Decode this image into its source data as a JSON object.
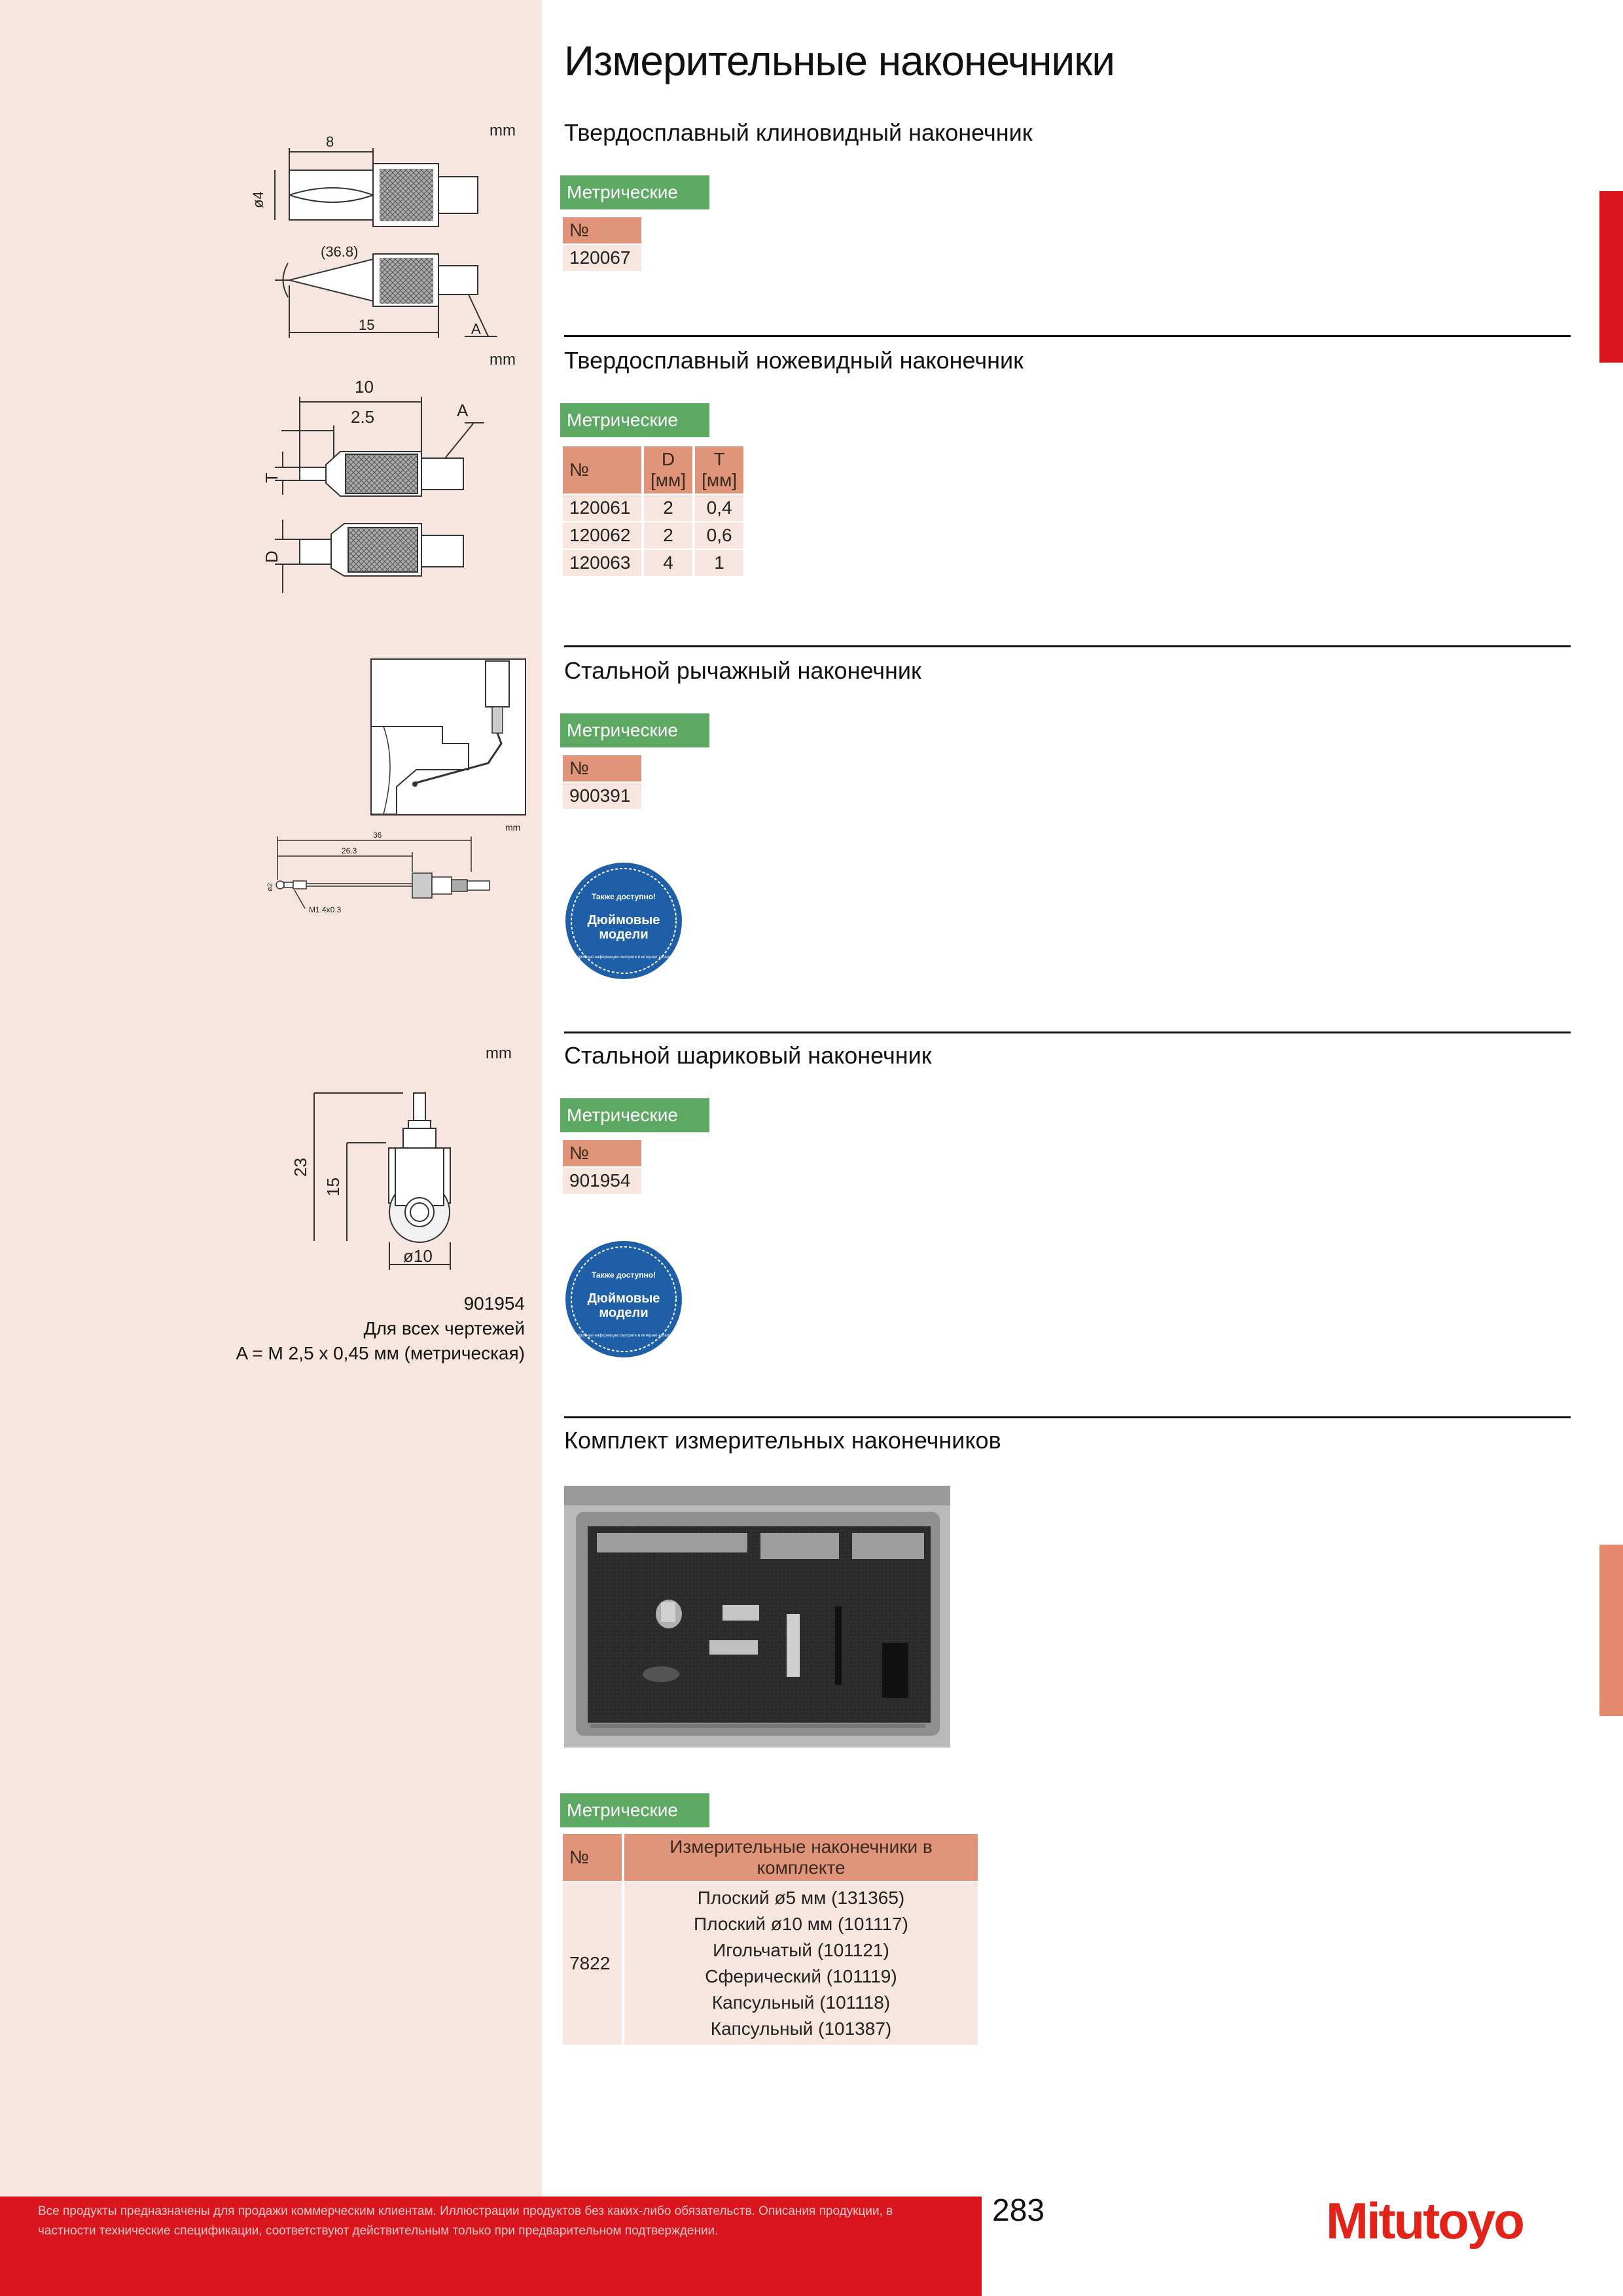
{
  "page_title": "Измерительные наконечники",
  "sections": [
    {
      "title": "Твердосплавный клиновидный наконечник",
      "badge": "Метрические",
      "col_no": "№",
      "rows": [
        "120067"
      ],
      "drawing": {
        "unit": "mm",
        "dim_length": "8",
        "dim_dia": "ø4",
        "dim_angle": "(36.8)",
        "dim_total": "15",
        "label_a": "A"
      }
    },
    {
      "title": "Твердосплавный ножевидный наконечник",
      "badge": "Метрические",
      "col_no": "№",
      "col_d": "D",
      "col_d_unit": "[мм]",
      "col_t": "T",
      "col_t_unit": "[мм]",
      "rows": [
        {
          "no": "120061",
          "d": "2",
          "t": "0,4"
        },
        {
          "no": "120062",
          "d": "2",
          "t": "0,6"
        },
        {
          "no": "120063",
          "d": "4",
          "t": "1"
        }
      ],
      "drawing": {
        "unit": "mm",
        "dim_total": "10",
        "dim_tip": "2.5",
        "label_a": "A",
        "label_t": "T",
        "label_d": "D"
      }
    },
    {
      "title": "Стальной рычажный наконечник",
      "badge": "Метрические",
      "col_no": "№",
      "rows": [
        "900391"
      ],
      "drawing": {
        "unit": "mm",
        "dim_total": "36",
        "dim_partial": "26.3",
        "dim_ball": "ø2",
        "thread": "M1.4x0.3"
      },
      "stamp": {
        "top": "Также доступно!",
        "main1": "Дюймовые",
        "main2": "модели",
        "bottom": "Подробную информацию смотрите в интернет-каталоге"
      }
    },
    {
      "title": "Стальной шариковый наконечник",
      "badge": "Метрические",
      "col_no": "№",
      "rows": [
        "901954"
      ],
      "drawing": {
        "unit": "mm",
        "dim_h1": "23",
        "dim_h2": "15",
        "dim_dia": "ø10"
      },
      "caption": {
        "part": "901954",
        "line1": "Для всех чертежей",
        "line2": "A = M 2,5 x 0,45 мм (метрическая)"
      },
      "stamp": {
        "top": "Также доступно!",
        "main1": "Дюймовые",
        "main2": "модели",
        "bottom": "Подробную информацию смотрите в интернет-каталоге"
      }
    },
    {
      "title": "Комплект измерительных наконечников",
      "badge": "Метрические",
      "col_no": "№",
      "col_items": "Измерительные наконечники в комплекте",
      "set_no": "7822",
      "items": [
        "Плоский ø5 мм (131365)",
        "Плоский ø10 мм (101117)",
        "Игольчатый (101121)",
        "Сферический (101119)",
        "Капсульный (101118)",
        "Капсульный (101387)"
      ]
    }
  ],
  "footer": {
    "disclaimer": "Все продукты предназначены для продажи коммерческим клиентам. Иллюстрации продуктов без каких-либо обязательств. Описания продукции, в частности технические спецификации, соответствуют действительным только при предварительном подтверждении.",
    "page_number": "283",
    "logo": "Mitutoyo"
  },
  "colors": {
    "accent_green": "#5da862",
    "table_header": "#e0957a",
    "cell_bg": "#f6e6df",
    "brand_red": "#d9151e",
    "stamp_blue": "#1e5fa8"
  }
}
